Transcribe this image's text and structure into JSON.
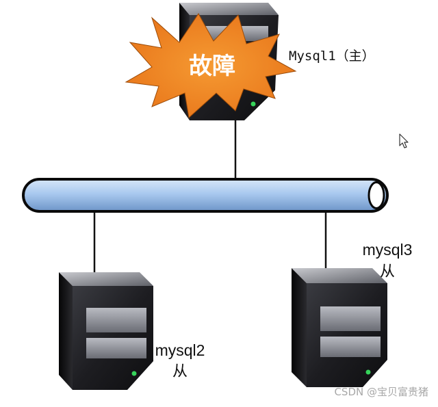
{
  "diagram": {
    "fault_label": "故障",
    "master": {
      "name": "Mysql1（主）"
    },
    "slaves": [
      {
        "name": "mysql2",
        "role": "从"
      },
      {
        "name": "mysql3",
        "role": "从"
      }
    ]
  },
  "watermark": "CSDN @宝贝富贵猪",
  "colors": {
    "bus_fill": "#a9c9ef",
    "starburst": "#f08a1e",
    "server_dark": "#1b1b1e",
    "server_light": "#6e7078",
    "led": "#36d35a"
  },
  "icons": {
    "cursor": "cursor-arrow-icon",
    "server": "server-tower-icon"
  }
}
